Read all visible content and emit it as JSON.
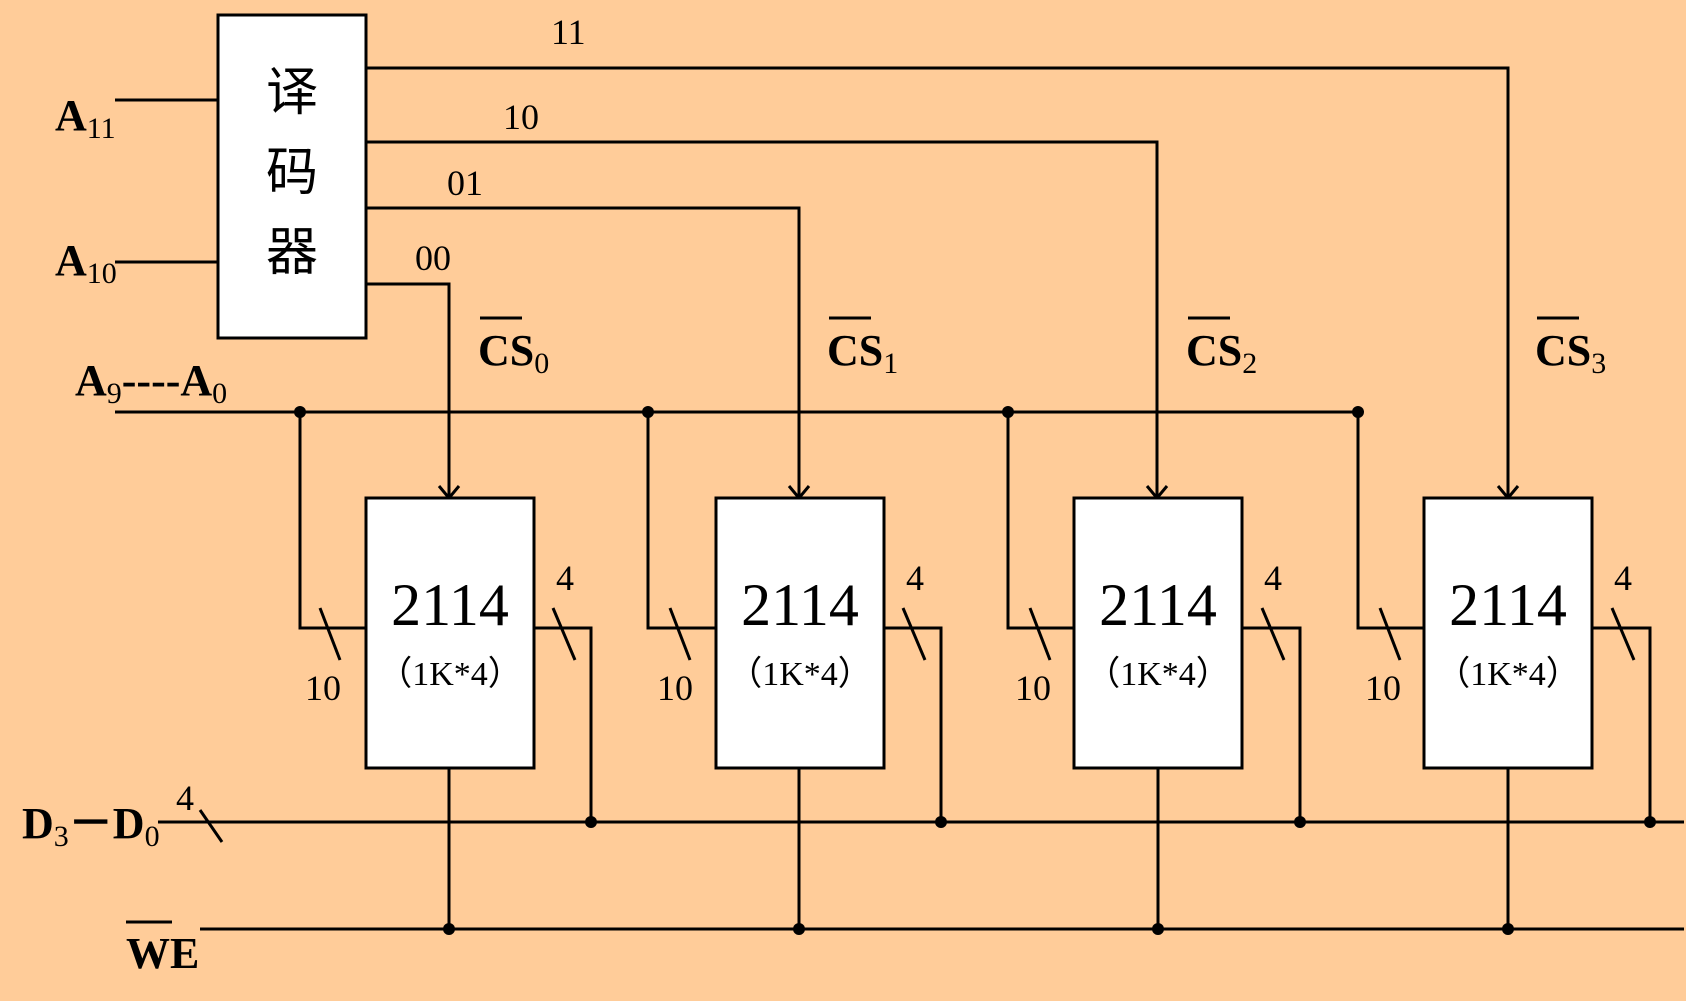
{
  "decoder": {
    "label_chars": [
      "译",
      "码",
      "器"
    ],
    "inputs": [
      {
        "name": "A",
        "sub": "11"
      },
      {
        "name": "A",
        "sub": "10"
      }
    ],
    "outputs": [
      "00",
      "01",
      "10",
      "11"
    ]
  },
  "address_bus": {
    "label": "A",
    "sub_hi": "9",
    "dashes": "----",
    "label2": "A",
    "sub_lo": "0"
  },
  "chip_selects": [
    {
      "name": "CS",
      "sub": "0"
    },
    {
      "name": "CS",
      "sub": "1"
    },
    {
      "name": "CS",
      "sub": "2"
    },
    {
      "name": "CS",
      "sub": "3"
    }
  ],
  "chips": [
    {
      "part": "2114",
      "size": "（1K*4）",
      "addr_width": "10",
      "data_width": "4"
    },
    {
      "part": "2114",
      "size": "（1K*4）",
      "addr_width": "10",
      "data_width": "4"
    },
    {
      "part": "2114",
      "size": "（1K*4）",
      "addr_width": "10",
      "data_width": "4"
    },
    {
      "part": "2114",
      "size": "（1K*4）",
      "addr_width": "10",
      "data_width": "4"
    }
  ],
  "data_bus": {
    "label": "D",
    "sub_hi": "3",
    "sep": "－",
    "label2": "D",
    "sub_lo": "0",
    "width": "4"
  },
  "write_enable": {
    "label": "WE"
  },
  "colors": {
    "background": "#FFCC99",
    "box_fill": "#FFFFFF",
    "line": "#000000"
  }
}
